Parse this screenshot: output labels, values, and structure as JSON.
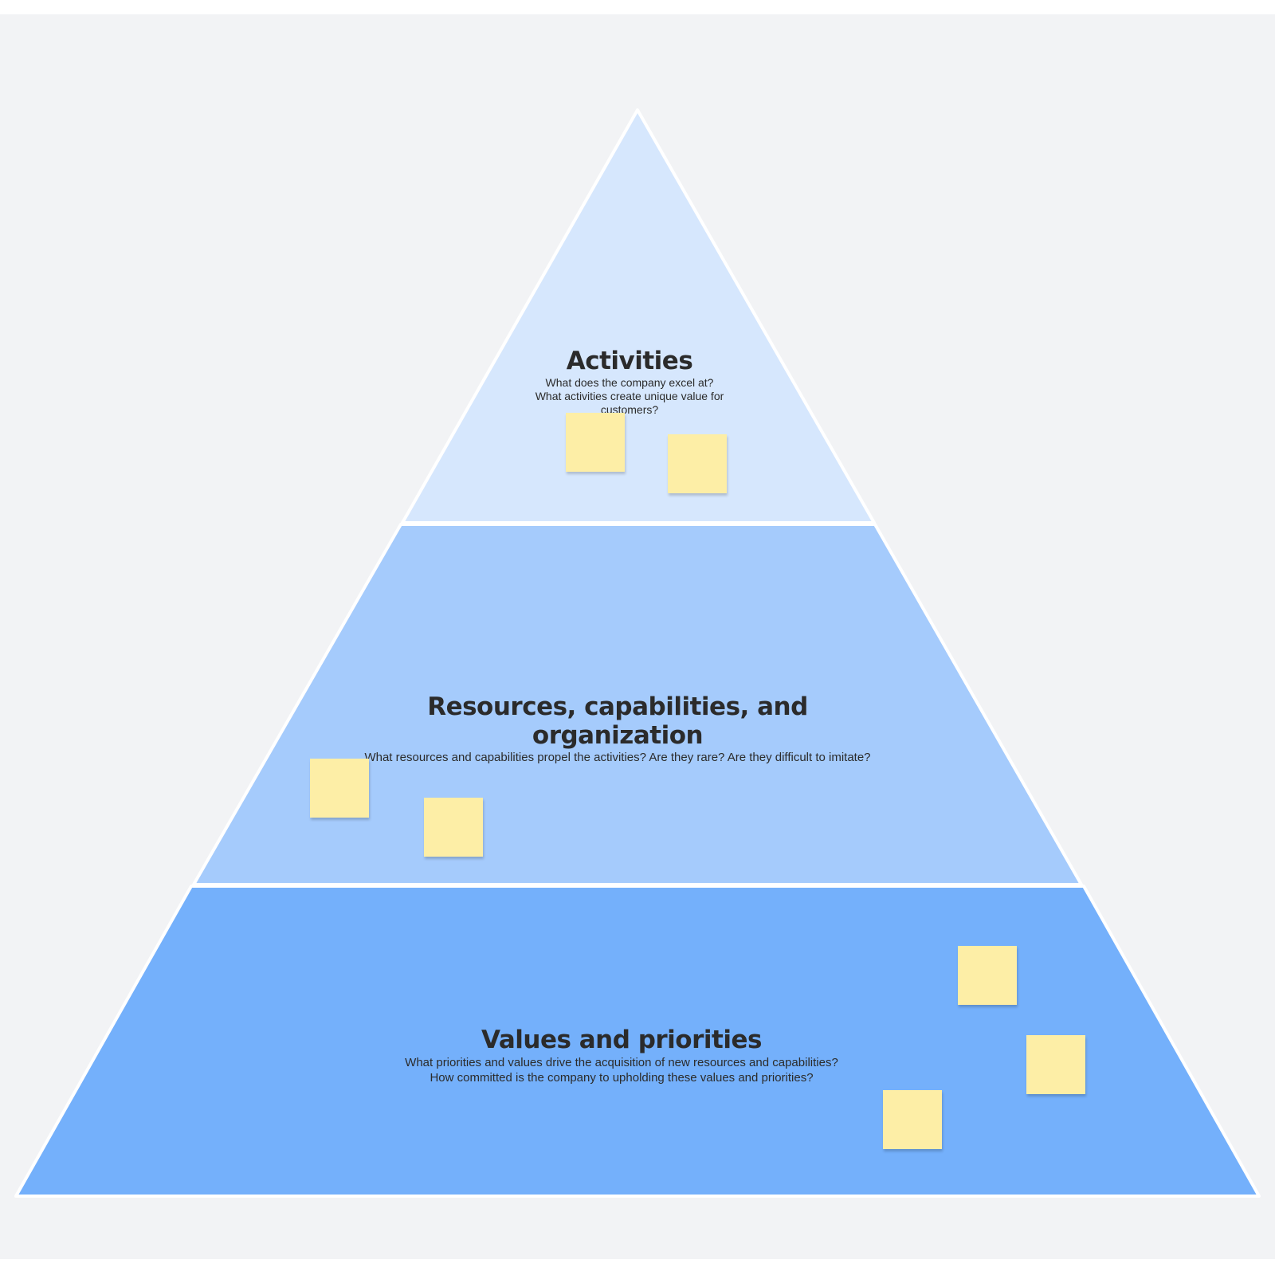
{
  "colors": {
    "background": "#f2f3f5",
    "tier_top": "#d6e7fd",
    "tier_middle": "#a5cbfc",
    "tier_bottom": "#74b0fb",
    "outline": "#ffffff",
    "sticky_note": "#fdeea6"
  },
  "tiers": [
    {
      "title": "Activities",
      "description": "What does the company excel at?\nWhat activities create unique value for customers?"
    },
    {
      "title": "Resources, capabilities, and organization",
      "description": "What resources and capabilities propel the activities? Are they rare? Are they difficult to imitate?"
    },
    {
      "title": "Values and priorities",
      "description": "What priorities and values drive the acquisition of new resources and capabilities?\nHow committed is the company to upholding these values and priorities?"
    }
  ],
  "sticky_notes": {
    "tier_top_count": 2,
    "tier_middle_count": 2,
    "tier_bottom_count": 3
  }
}
